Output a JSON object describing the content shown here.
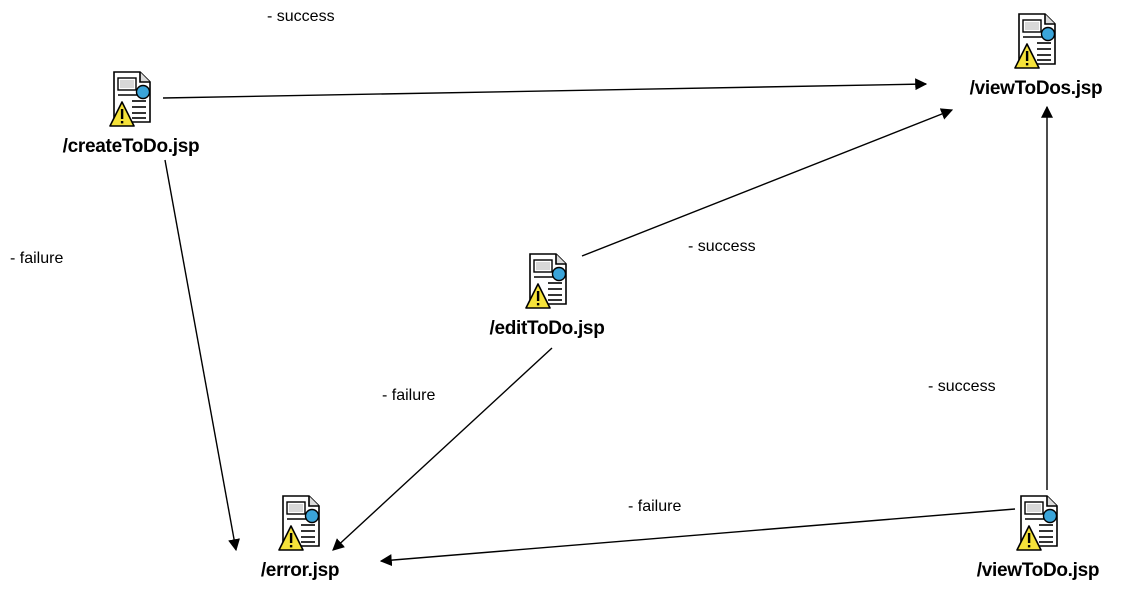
{
  "nodes": [
    {
      "id": "create",
      "label": "/createToDo.jsp"
    },
    {
      "id": "viewall",
      "label": "/viewToDos.jsp"
    },
    {
      "id": "edit",
      "label": "/editToDo.jsp"
    },
    {
      "id": "error",
      "label": "/error.jsp"
    },
    {
      "id": "view",
      "label": "/viewToDo.jsp"
    }
  ],
  "edges": [
    {
      "from": "/createToDo.jsp",
      "to": "/viewToDos.jsp",
      "label": "- success"
    },
    {
      "from": "/createToDo.jsp",
      "to": "/error.jsp",
      "label": "- failure"
    },
    {
      "from": "/editToDo.jsp",
      "to": "/viewToDos.jsp",
      "label": "- success"
    },
    {
      "from": "/editToDo.jsp",
      "to": "/error.jsp",
      "label": "- failure"
    },
    {
      "from": "/viewToDo.jsp",
      "to": "/viewToDos.jsp",
      "label": "- success"
    },
    {
      "from": "/viewToDo.jsp",
      "to": "/error.jsp",
      "label": "- failure"
    }
  ],
  "icon": "jsp-page-warning-icon"
}
